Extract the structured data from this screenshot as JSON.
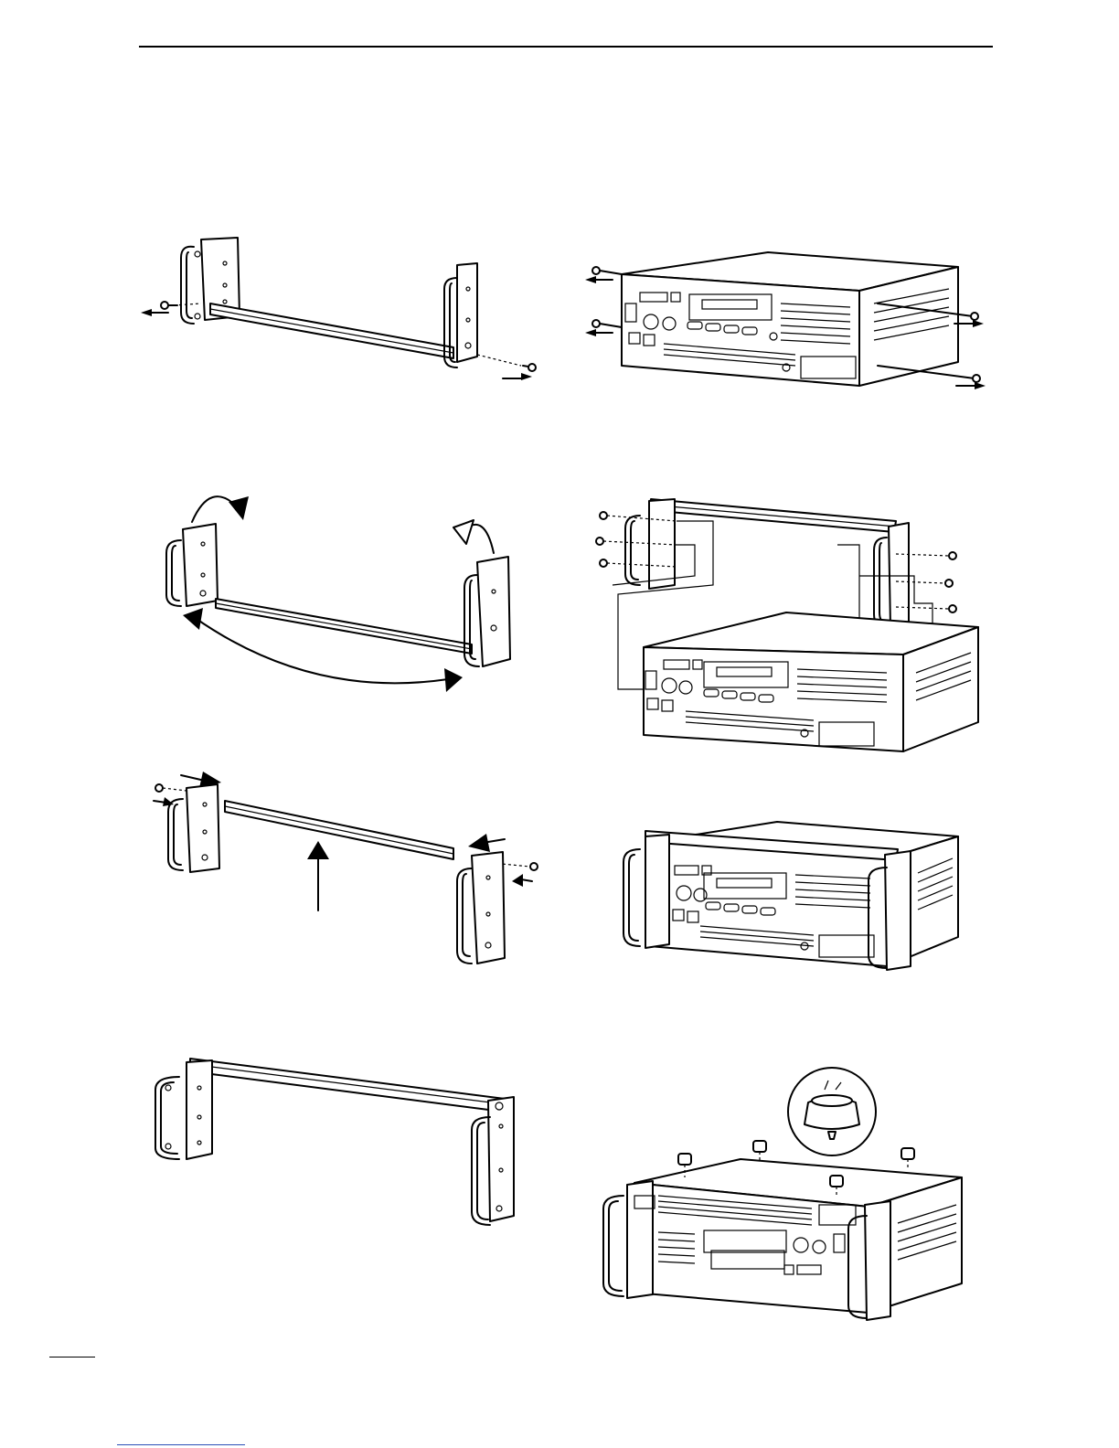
{
  "page": {
    "background": "#ffffff",
    "ink": "#000000"
  },
  "figures": [
    {
      "id": "step-1-remove-bracket-screws",
      "icon": "bracket-screw-removal-illustration"
    },
    {
      "id": "step-2-remove-transceiver-screws",
      "icon": "transceiver-side-screw-removal-illustration"
    },
    {
      "id": "step-3-swap-bracket-ends",
      "icon": "bracket-rotation-illustration"
    },
    {
      "id": "step-4-attach-brackets-to-transceiver",
      "icon": "bracket-attachment-illustration"
    },
    {
      "id": "step-5-reassemble-bar",
      "icon": "bar-reassembly-illustration"
    },
    {
      "id": "step-6-mounted-transceiver",
      "icon": "rack-mounted-transceiver-illustration"
    },
    {
      "id": "step-7-assembled-bracket",
      "icon": "assembled-bracket-illustration"
    },
    {
      "id": "step-8-attach-feet",
      "icon": "rubber-feet-illustration"
    }
  ]
}
